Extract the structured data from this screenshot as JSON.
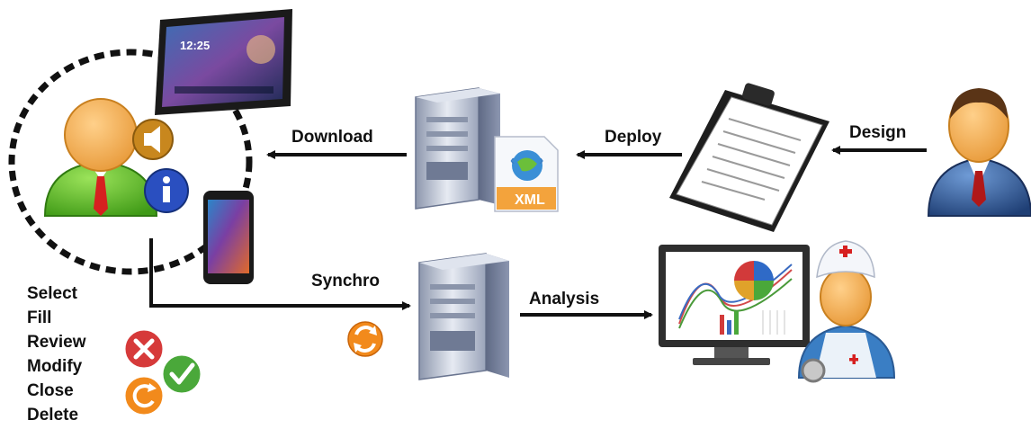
{
  "flow_labels": {
    "download": "Download",
    "deploy": "Deploy",
    "design": "Design",
    "synchro": "Synchro",
    "analysis": "Analysis"
  },
  "tablet": {
    "clock": "12:25"
  },
  "xml_doc": {
    "label": "XML"
  },
  "actions": [
    "Select",
    "Fill",
    "Review",
    "Modify",
    "Close",
    "Delete"
  ],
  "colors": {
    "arrow": "#111111",
    "user_green": "#5fbf2a",
    "skin": "#f3b35f",
    "suit_blue": "#2f5f9e",
    "server_gray": "#b9c2d4",
    "orange": "#f28a1c"
  }
}
